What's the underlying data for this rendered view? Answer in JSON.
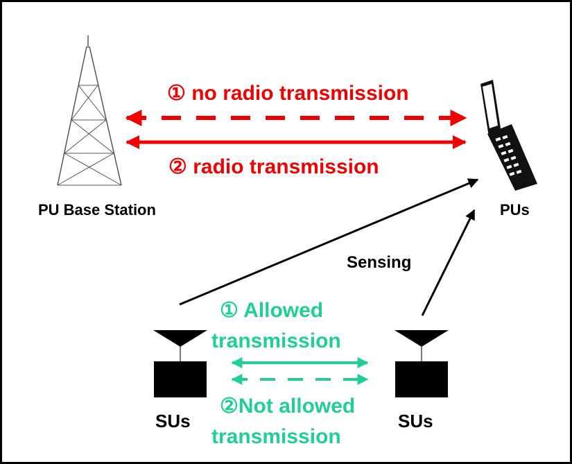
{
  "labels": {
    "pu_base_station": "PU Base Station",
    "pus": "PUs",
    "sensing": "Sensing",
    "sus_left": "SUs",
    "sus_right": "SUs"
  },
  "pu_link": {
    "state_1": "① no radio transmission",
    "state_2": "② radio transmission",
    "color": "#f00000"
  },
  "su_link": {
    "state_1_line1": "① Allowed",
    "state_1_line2": "transmission",
    "state_2_line1": "②Not allowed",
    "state_2_line2": "transmission",
    "color": "#1fcf95"
  },
  "icons": {
    "tower": "transmission-tower-icon",
    "phone": "flip-phone-icon",
    "su_left": "antenna-terminal-icon",
    "su_right": "antenna-terminal-icon"
  }
}
